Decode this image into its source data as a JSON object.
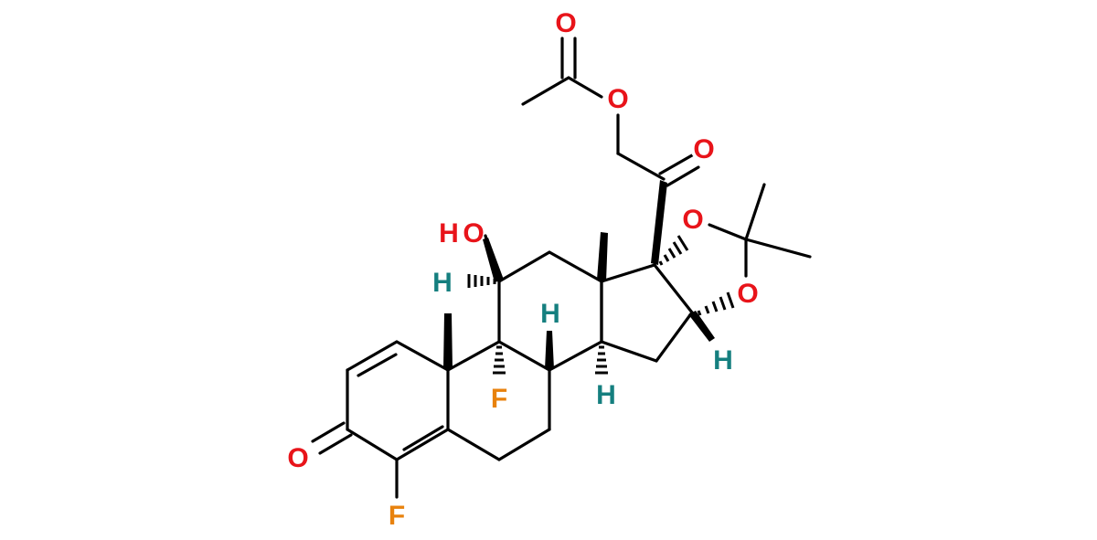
{
  "structure": {
    "colors": {
      "bond": "#000000",
      "oxygen": "#e8141a",
      "fluorine": "#e8820d",
      "hydrogen": "#157f7f",
      "background": "#ffffff"
    },
    "atoms": {
      "o_acetyl_carbonyl": "O",
      "o_ester": "O",
      "o_ketone_c20": "O",
      "o_acetal_top": "O",
      "o_acetal_bottom": "O",
      "o_ketone_c3": "O",
      "hydroxyl_h": "H",
      "hydroxyl_o": "O",
      "h_c11": "H",
      "h_c8": "H",
      "h_c14": "H",
      "h_c16": "H",
      "f_c9": "F",
      "f_c4": "F"
    }
  }
}
